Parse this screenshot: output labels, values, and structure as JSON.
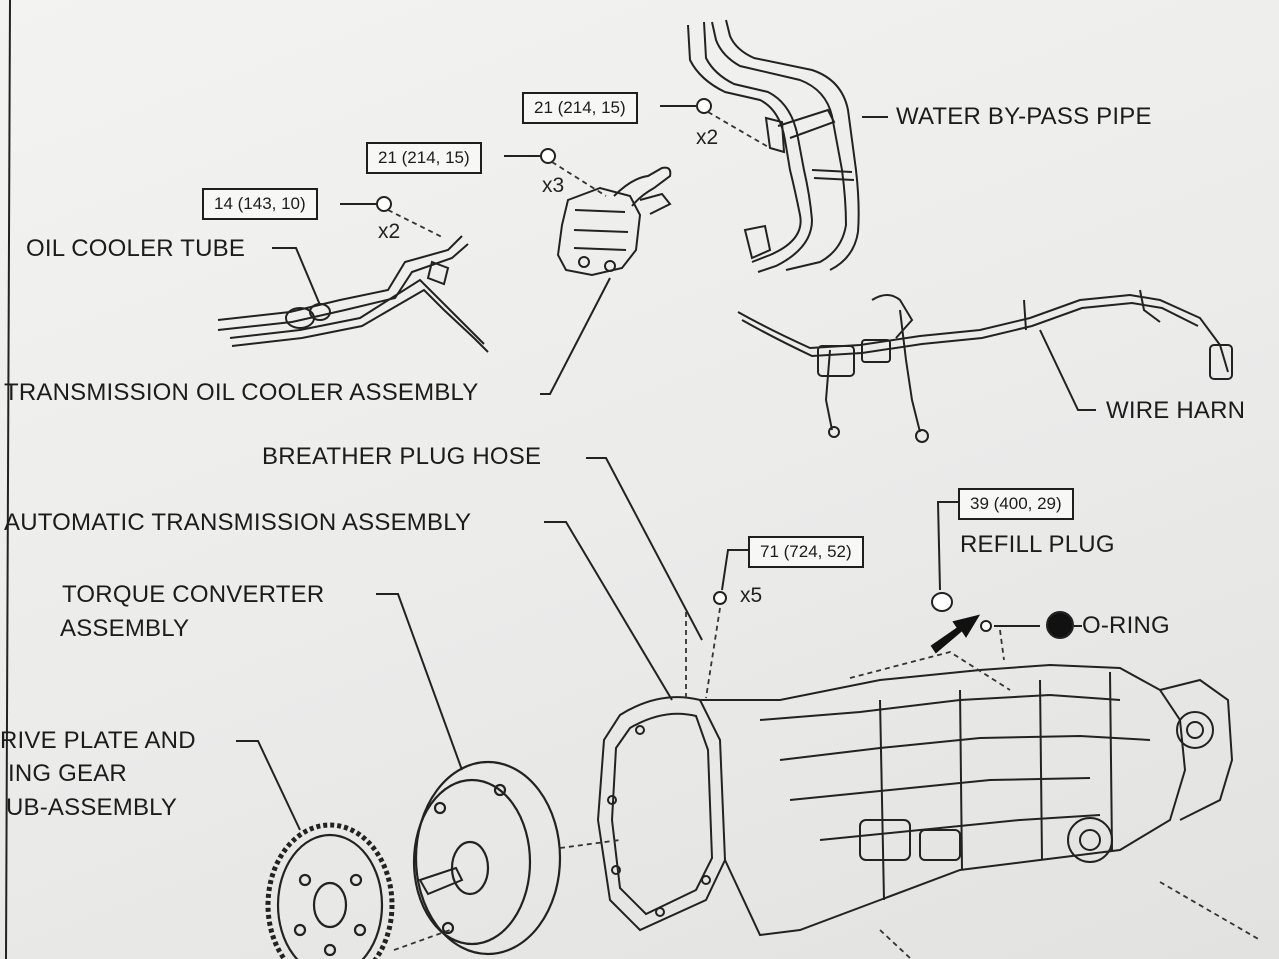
{
  "torque_specs": {
    "water_pipe_bolt": "21 (214, 15)",
    "cooler_bolt": "21 (214, 15)",
    "oil_tube_bolt": "14 (143, 10)",
    "trans_bolt": "71 (724, 52)",
    "refill_plug": "39 (400, 29)"
  },
  "quantities": {
    "water_pipe_bolt": "x2",
    "cooler_bolt": "x3",
    "oil_tube_bolt": "x2",
    "trans_bolt": "x5"
  },
  "labels": {
    "water_bypass_pipe": "WATER BY-PASS PIPE",
    "oil_cooler_tube": "OIL COOLER TUBE",
    "trans_oil_cooler": "TRANSMISSION OIL COOLER ASSEMBLY",
    "wire_harness": "WIRE HARN",
    "breather_plug_hose": "BREATHER PLUG HOSE",
    "auto_trans_assembly": "AUTOMATIC TRANSMISSION ASSEMBLY",
    "torque_converter_l1": "TORQUE CONVERTER",
    "torque_converter_l2": "ASSEMBLY",
    "refill_plug": "REFILL PLUG",
    "o_ring": "O-RING",
    "drive_plate_l1": "RIVE PLATE AND",
    "drive_plate_l2": "ING GEAR",
    "drive_plate_l3": "UB-ASSEMBLY"
  }
}
